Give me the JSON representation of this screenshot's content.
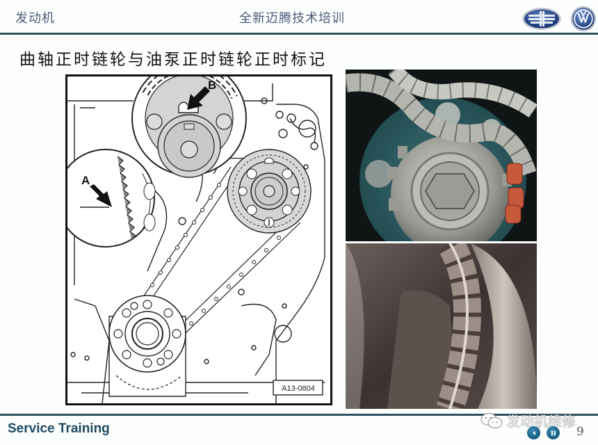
{
  "header": {
    "section": "发动机",
    "course_title": "全新迈腾技术培训",
    "logos": [
      "faw-logo",
      "vw-logo"
    ],
    "rule_color": "#2f4f5f"
  },
  "slide": {
    "title": "曲轴正时链轮与油泵正时链轮正时标记",
    "diagram": {
      "label_a": "A",
      "label_b": "B",
      "figure_code": "A13-0804"
    },
    "photos": [
      {
        "name": "sprocket-chain-photo",
        "description": "timing chain on teal sprocket with marked red links"
      },
      {
        "name": "crankshaft-chain-closeup-photo",
        "description": "close-up of chain on crankshaft sprocket"
      }
    ]
  },
  "footer": {
    "brand": "Service Training",
    "watermark": "发动机维修",
    "nav": {
      "prev_icon": "triangle-left-icon",
      "pause_icon": "pause-icon"
    },
    "page_number": "9",
    "brand_color": "#1e4a63"
  }
}
